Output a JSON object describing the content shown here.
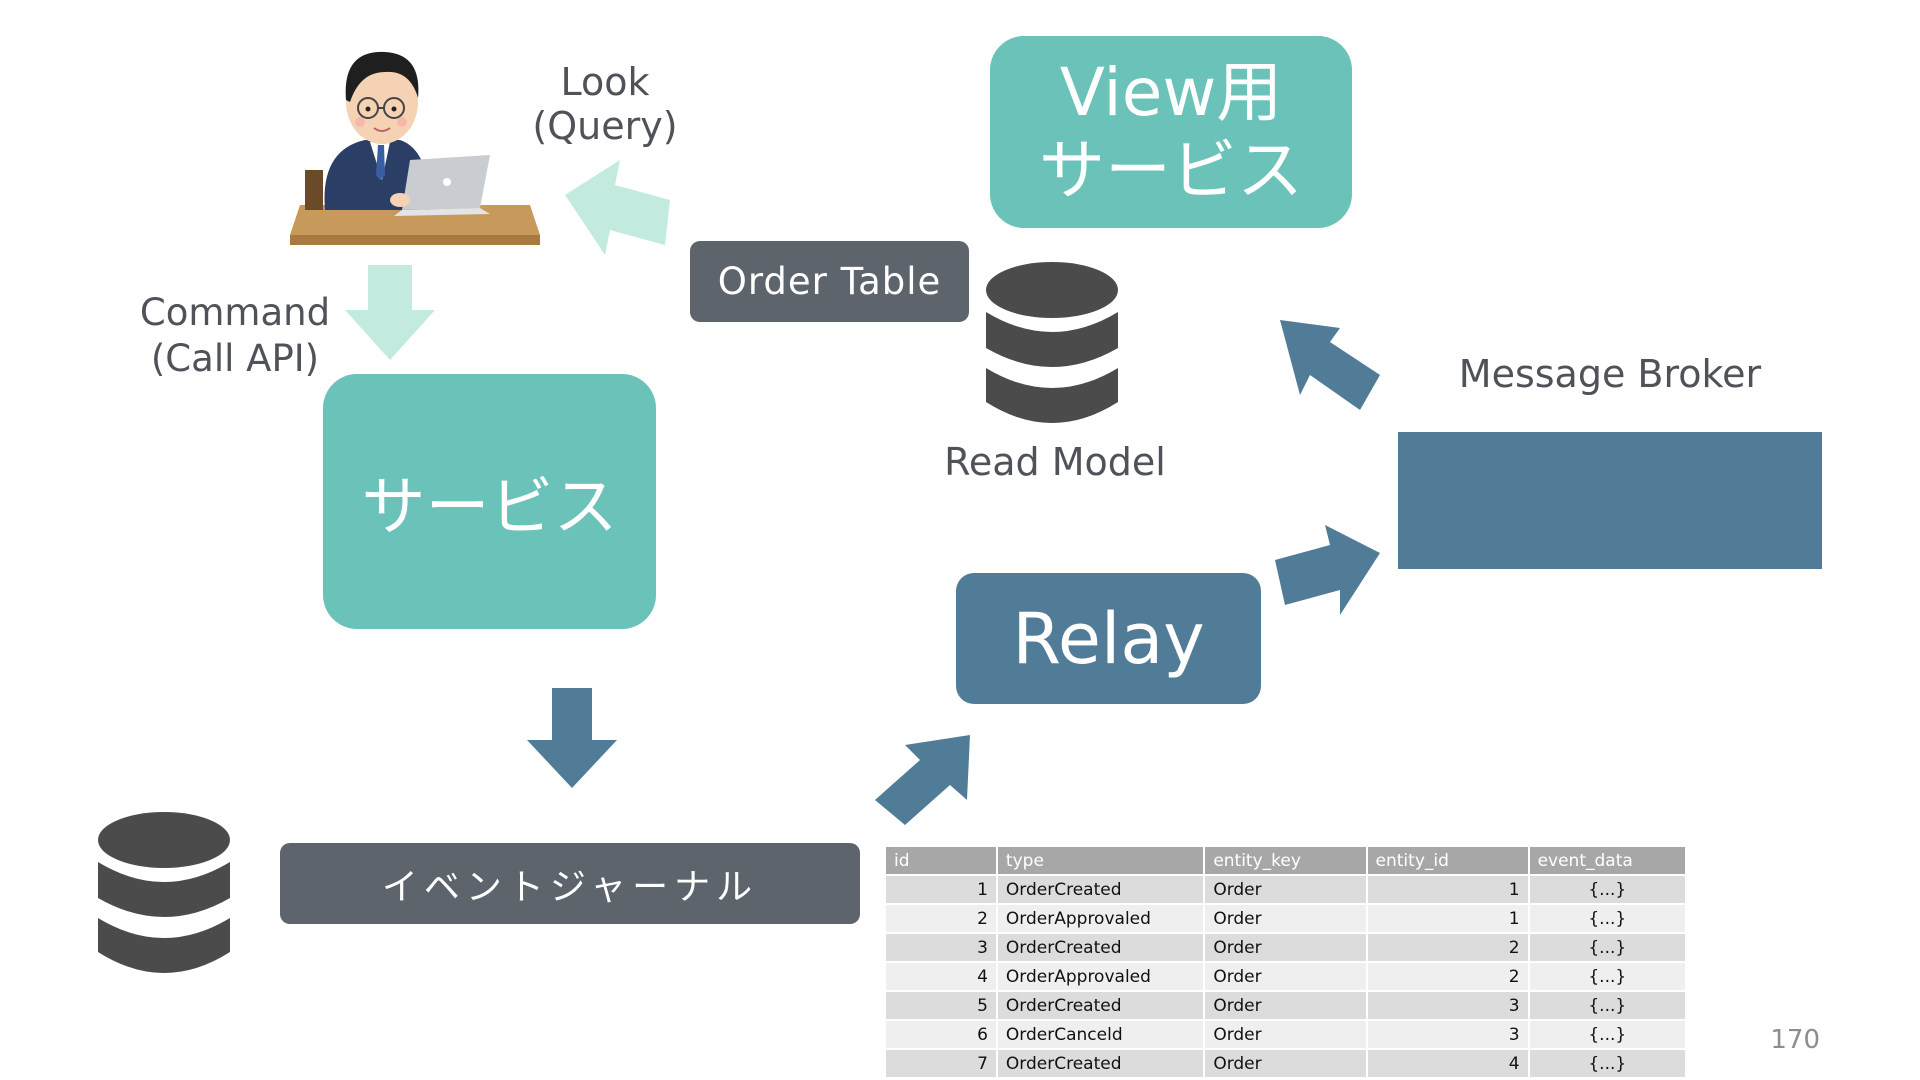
{
  "labels": {
    "look_line1": "Look",
    "look_line2": "(Query)",
    "command_line1": "Command",
    "command_line2": "(Call API)",
    "read_model": "Read Model",
    "message_broker": "Message Broker",
    "page_number": "170"
  },
  "boxes": {
    "view_service_line1": "View用",
    "view_service_line2": "サービス",
    "service": "サービス",
    "relay": "Relay",
    "order_table": "Order Table",
    "event_journal": "イベントジャーナル"
  },
  "colors": {
    "teal": "#6bc2b8",
    "light_teal_arrow": "#c3eadf",
    "steel_blue": "#517c98",
    "dark_gray": "#5e646c",
    "db_icon": "#4b4b4b"
  },
  "event_table": {
    "headers": [
      "id",
      "type",
      "entity_key",
      "entity_id",
      "event_data"
    ],
    "rows": [
      [
        "1",
        "OrderCreated",
        "Order",
        "1",
        "{...}"
      ],
      [
        "2",
        "OrderApprovaled",
        "Order",
        "1",
        "{...}"
      ],
      [
        "3",
        "OrderCreated",
        "Order",
        "2",
        "{...}"
      ],
      [
        "4",
        "OrderApprovaled",
        "Order",
        "2",
        "{...}"
      ],
      [
        "5",
        "OrderCreated",
        "Order",
        "3",
        "{...}"
      ],
      [
        "6",
        "OrderCanceld",
        "Order",
        "3",
        "{...}"
      ],
      [
        "7",
        "OrderCreated",
        "Order",
        "4",
        "{...}"
      ]
    ]
  }
}
